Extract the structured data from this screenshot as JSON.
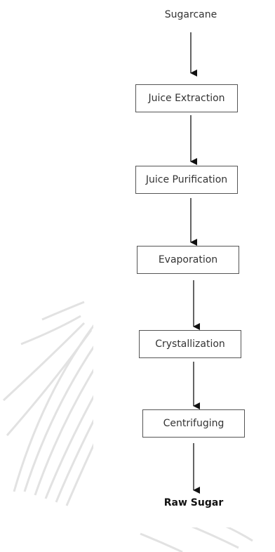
{
  "diagram": {
    "start": "Sugarcane",
    "steps": [
      "Juice Extraction",
      "Juice Purification",
      "Evaporation",
      "Crystallization",
      "Centrifuging"
    ],
    "end": "Raw Sugar"
  },
  "colors": {
    "line": "#111111",
    "box_border": "#555555",
    "text": "#333333",
    "watermark": "#e2e2e2"
  }
}
